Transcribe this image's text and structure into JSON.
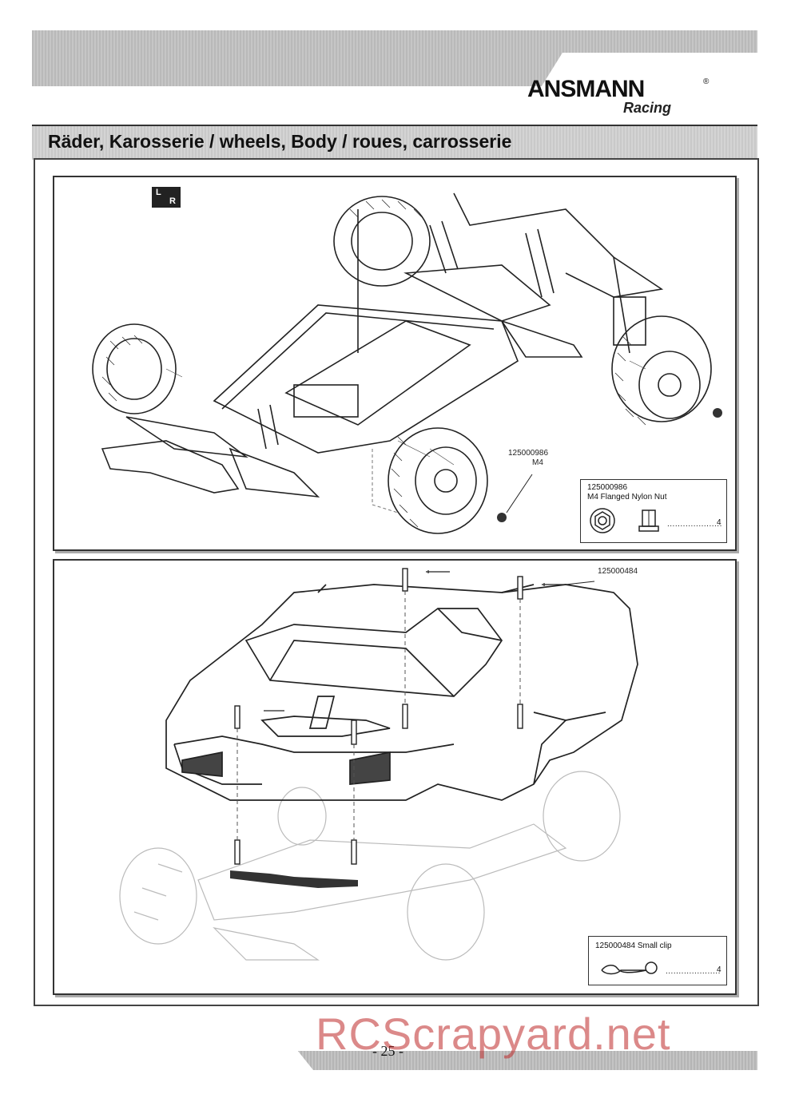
{
  "header": {
    "brand": "ANSMANN",
    "brand_sub": "Racing",
    "registered": "®"
  },
  "section": {
    "title": "Räder, Karosserie / wheels, Body / roues, carrosserie"
  },
  "panel_wheels": {
    "lr_badge_top": "L",
    "lr_badge_bottom": "R",
    "callout_part": "125000986",
    "callout_size": "M4",
    "part_number": "125000986",
    "part_name": "M4 Flanged Nylon Nut",
    "quantity": "4",
    "icons": [
      "nut-top-view-icon",
      "nut-side-view-icon"
    ]
  },
  "panel_body": {
    "callout_part": "125000484",
    "part_label": "125000484  Small clip",
    "quantity": "4",
    "icons": [
      "body-clip-icon"
    ]
  },
  "footer": {
    "page_number": "- 25 -",
    "watermark": "RCScrapyard.net"
  }
}
